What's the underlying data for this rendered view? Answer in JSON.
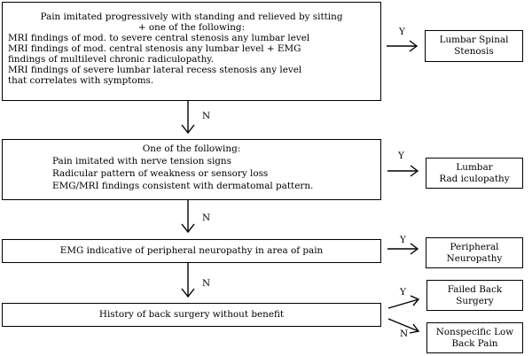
{
  "steps": [
    {
      "lines": [
        "Pain imitated progressively with standing and relieved by sitting",
        "+ one of the following:",
        "MRI findings of mod. to severe central stenosis any lumbar level",
        "MRI findings of mod. central stenosis any lumbar level + EMG",
        "findings of multilevel chronic radiculopathy.",
        "MRI findings of severe lumbar lateral recess stenosis any level",
        "that correlates with symptoms."
      ],
      "yes_label": "Y",
      "result_lines": [
        "Lumbar Spinal",
        "Stenosis"
      ]
    },
    {
      "lines": [
        "One of the following:",
        "Pain imitated with nerve tension signs",
        "Radicular pattern of weakness or sensory loss",
        "EMG/MRI findings consistent with dermatomal pattern."
      ],
      "yes_label": "Y",
      "result_lines": [
        "Lumbar",
        "Rad iculopathy"
      ]
    },
    {
      "lines": [
        "EMG indicative of peripheral neuropathy in area of pain"
      ],
      "yes_label": "Y",
      "result_lines": [
        "Peripheral",
        "Neuropathy"
      ]
    },
    {
      "lines": [
        "History of back surgery without benefit"
      ],
      "yes_label": "Y",
      "result_lines": [
        "Failed Back",
        "Surgery"
      ],
      "no_label": "N",
      "no_result_lines": [
        "Nonspecific Low",
        "Back Pain"
      ]
    }
  ],
  "flow_no_label": "N"
}
